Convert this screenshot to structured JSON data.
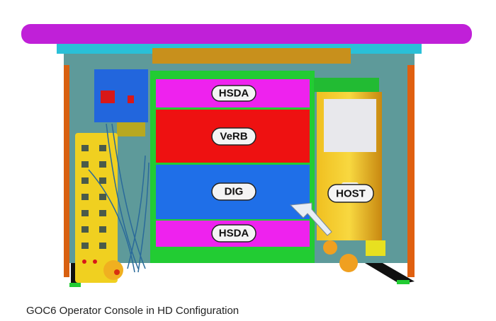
{
  "labels": {
    "hsda_top": "HSDA",
    "verb": "VeRB",
    "dig": "DIG",
    "host": "HOST",
    "hsda_bottom": "HSDA"
  },
  "caption": "GOC6 Operator Console in HD Configuration",
  "colors": {
    "tabletop": "#c020d8",
    "hsda": "#ee22ee",
    "verb": "#ee1111",
    "dig": "#1f6fe8",
    "host": "#e8a818",
    "frame": "#22cc33",
    "side": "#5a8a8a"
  }
}
